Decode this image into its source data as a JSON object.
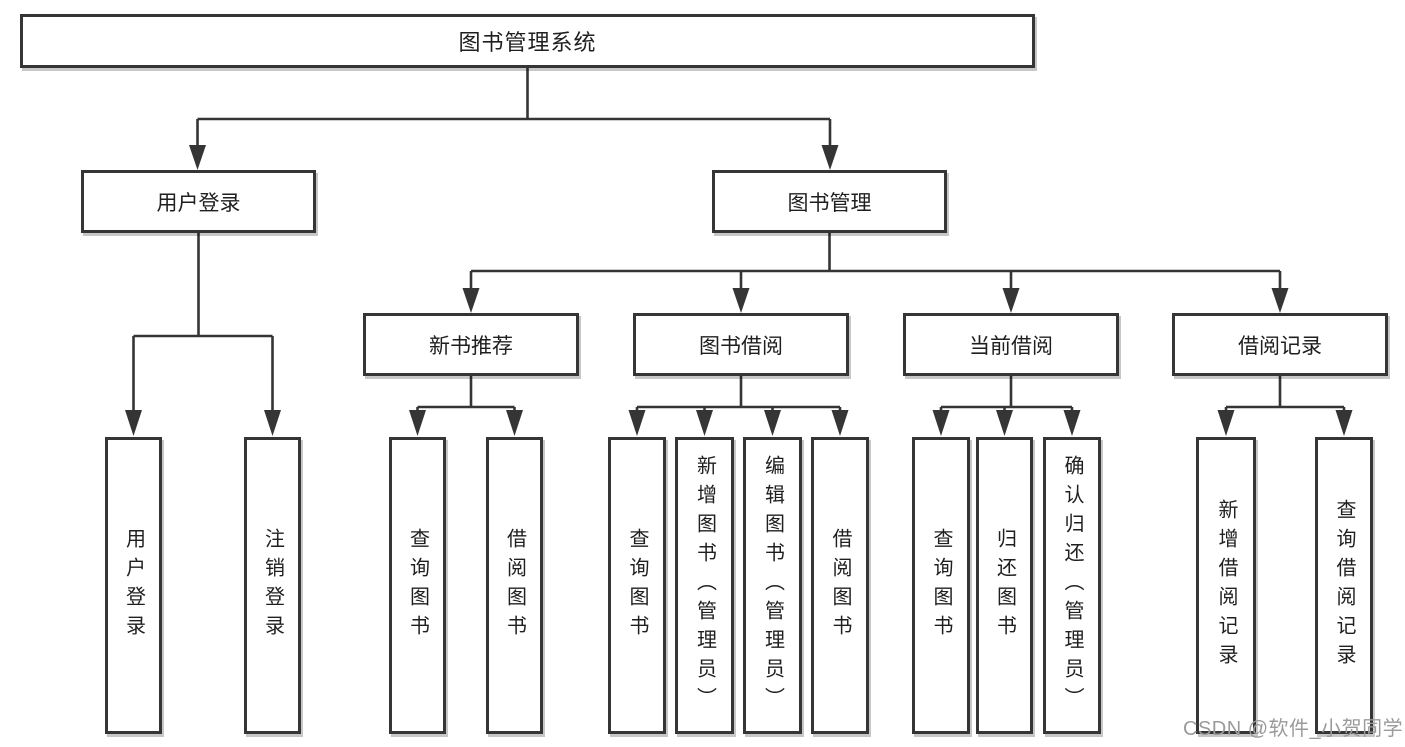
{
  "diagram": {
    "title": "图书管理系统",
    "branches": [
      {
        "label": "用户登录",
        "children": [
          {
            "label": "用户登录"
          },
          {
            "label": "注销登录"
          }
        ]
      },
      {
        "label": "图书管理",
        "sections": [
          {
            "label": "新书推荐",
            "children": [
              {
                "label": "查询图书"
              },
              {
                "label": "借阅图书"
              }
            ]
          },
          {
            "label": "图书借阅",
            "children": [
              {
                "label": "查询图书"
              },
              {
                "label": "新增图书（管理员）"
              },
              {
                "label": "编辑图书（管理员）"
              },
              {
                "label": "借阅图书"
              }
            ]
          },
          {
            "label": "当前借阅",
            "children": [
              {
                "label": "查询图书"
              },
              {
                "label": "归还图书"
              },
              {
                "label": "确认归还（管理员）"
              }
            ]
          },
          {
            "label": "借阅记录",
            "children": [
              {
                "label": "新增借阅记录"
              },
              {
                "label": "查询借阅记录"
              }
            ]
          }
        ]
      }
    ]
  },
  "watermark": {
    "text": "CSDN @软件_小贺同学"
  },
  "colors": {
    "line": "#353535",
    "text": "#1f1f1f",
    "watermark": "#9b9b9b",
    "background": "#ffffff"
  }
}
